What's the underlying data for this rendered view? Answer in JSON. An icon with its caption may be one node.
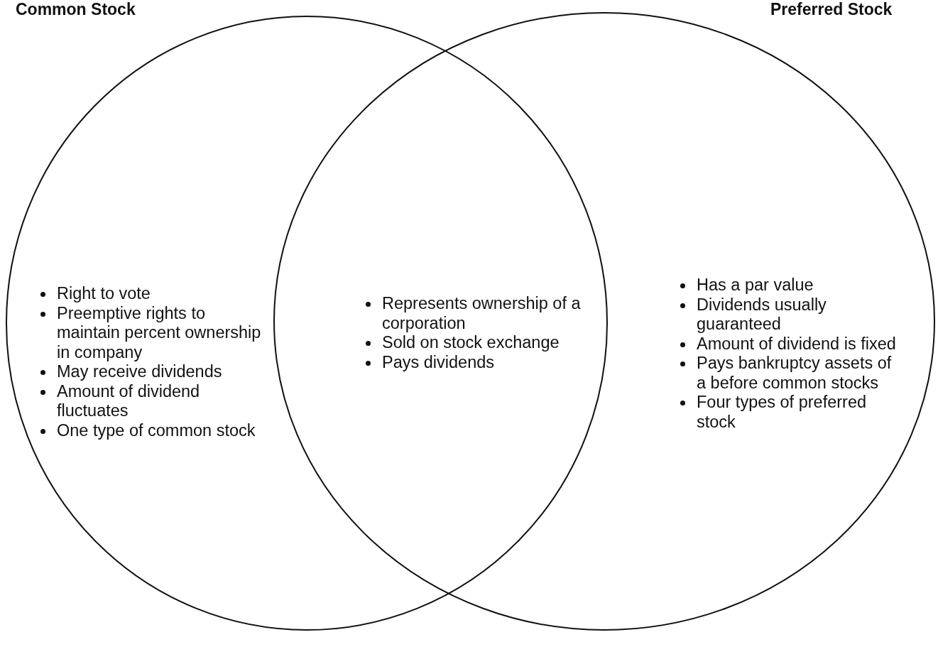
{
  "diagram": {
    "nodes": [
      {
        "text": [
          "Common Stock",
          "Right to vote",
          "Preemptive rights to maintain percent  ownership in company",
          "May receive dividends",
          "Amount of dividend fluctuates",
          "One type of common stock"
        ]
      },
      {
        "text": [
          "Preferred Stock",
          "Has a par value",
          "Dividends usually guaranteed",
          "Amount of dividend is fixed",
          "Pays bankruptcy assets of a before common stocks",
          "Four types of preferred stock"
        ]
      }
    ],
    "labels": [
      "Represents ownership of a corporation",
      "Sold on stock exchange",
      "Pays dividends"
    ]
  }
}
